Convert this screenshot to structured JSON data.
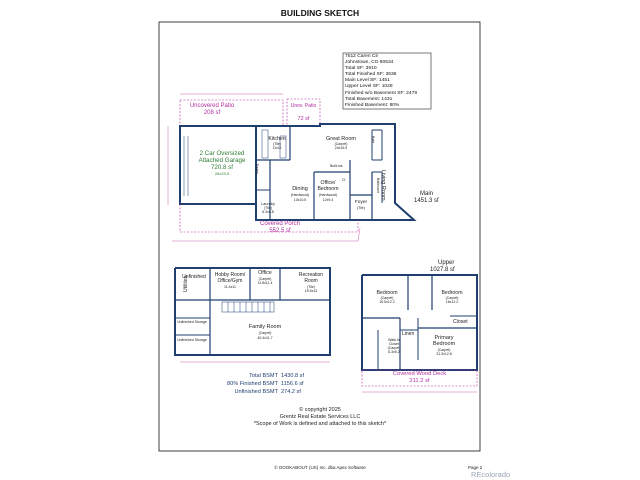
{
  "page_title": "BUILDING SKETCH",
  "property_info": {
    "lines": [
      "7512 Caren Cir",
      "Johnstown, CO 80534",
      "Total SF: 3910",
      "Total Finished SF: 3636",
      "Main Level SF: 1451",
      "Upper Level SF: 1028",
      "Finished w/o Basement SF: 2479",
      "Total Basement: 1431",
      "Finished Basement: 80%"
    ]
  },
  "main_level": {
    "label": "Main",
    "area": "1451.3 sf",
    "uncovered_patio": {
      "name": "Uncovered Patio",
      "area": "208 sf"
    },
    "unov_patio": {
      "name": "Unov. Patio",
      "area": "72 sf"
    },
    "garage": {
      "name": "2 Car Oversized Attached Garage",
      "line1": "2 Car Oversized",
      "line2": "Attached Garage",
      "area": "720.8 sf",
      "dims": "26x23.5"
    },
    "covered_porch": {
      "name": "Covered Porch",
      "area": "552.5 sf"
    },
    "kitchen": {
      "name": "Kitchen",
      "floor": "(Tile)",
      "dims": "11x11"
    },
    "great_room": {
      "name": "Great Room",
      "floor": "(Carpet)",
      "dims": "24x16.5"
    },
    "living_room": {
      "name": "Living Room"
    },
    "dining": {
      "name": "Dining",
      "floor": "(Hardwood)",
      "dims": "13x10.5"
    },
    "office_bedroom": {
      "name": "Office/ Bedroom",
      "line1": "Office/",
      "line2": "Bedroom",
      "floor": "(Hardwood)",
      "dims": "12x9.4"
    },
    "laundry": {
      "name": "Laundry",
      "floor": "(Tile)",
      "dims": "6.3x5.8"
    },
    "pantry": "Pantry",
    "foyer": {
      "name": "Foyer",
      "floor": "(Tile)"
    },
    "built_ins": "Built-ins",
    "cl": "Cl",
    "bath": "Bath",
    "bathroom": "Bathroom"
  },
  "basement": {
    "unfinished": "Unfinished",
    "hobby_room": {
      "line1": "Hobby Room/",
      "line2": "Office/Gym",
      "dims": "11.4x11"
    },
    "office": {
      "name": "Office",
      "floor": "(Carpet)",
      "dims": "11.8x11.4"
    },
    "recreation_room": {
      "line1": "Recreation",
      "line2": "Room",
      "floor": "(Tile)",
      "dims": "15.5x13"
    },
    "utilities": "Utilities",
    "unfinished_storage": "Unfinished Storage",
    "family_room": {
      "name": "Family Room",
      "floor": "(Carpet)",
      "dims": "40.4x11.7"
    },
    "totals": [
      {
        "label": "Total BSMT",
        "value": "1430.8 sf"
      },
      {
        "label": "80% Finished BSMT",
        "value": "1156.6 sf"
      },
      {
        "label": "Unfinished BSMT",
        "value": "274.2 sf"
      }
    ]
  },
  "upper_level": {
    "label": "Upper",
    "area": "1027.8 sf",
    "bedroom_1": {
      "name": "Bedroom",
      "floor": "(Carpet)",
      "dims": "16.5x12.2"
    },
    "bedroom_2": {
      "name": "Bedroom",
      "floor": "(Carpet)",
      "dims": "16x12.2"
    },
    "closet": "Closet",
    "linen": "Linen",
    "walk_in_closet": {
      "line1": "Walk-In",
      "line2": "Closet",
      "floor": "(Carpet)",
      "dims": "6.3x5.2"
    },
    "primary_bedroom": {
      "line1": "Primary",
      "line2": "Bedroom",
      "floor": "(Carpet)",
      "dims": "21.3x12.8"
    },
    "covered_wood_deck": {
      "name": "Covered Wood Deck",
      "area": "211.2 sf"
    }
  },
  "footer": {
    "copyright": "© copyright 2025",
    "company": "Grentz Real Estate Services LLC",
    "scope_note": "*Scope of Work is defined and attached to this sketch*",
    "software": "© GOOKABOUT (US) Inc. dba Apex Software",
    "page": "Page 2",
    "watermark": "REcolorado"
  },
  "colors": {
    "wall": "#1f3f70",
    "patio": "#b22d9f",
    "garage_text": "#2e7d32",
    "dim_line": "#c0399a"
  }
}
